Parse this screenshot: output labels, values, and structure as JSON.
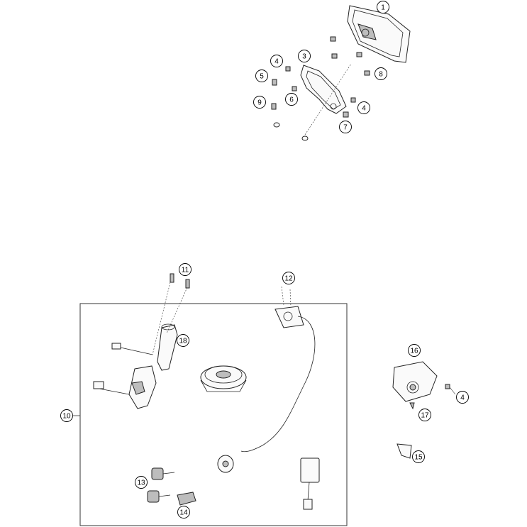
{
  "callouts": {
    "c1": "1",
    "c2": "3",
    "c3": "4",
    "c4": "5",
    "c5": "8",
    "c6": "6",
    "c7": "9",
    "c8": "4",
    "c9": "7",
    "c10": "11",
    "c11": "12",
    "c12": "18",
    "c13": "10",
    "c14": "16",
    "c15": "4",
    "c16": "17",
    "c17": "15",
    "c18": "13",
    "c19": "14"
  }
}
